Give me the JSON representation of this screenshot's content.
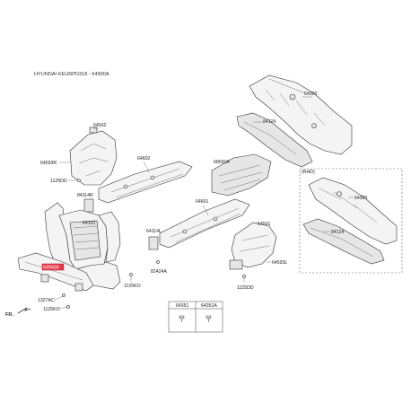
{
  "header": {
    "title": "HYUNDAI KEURPD318 - 64900A"
  },
  "front_indicator": "FR.",
  "rhd_label": "(RHD)",
  "parts": {
    "p64300": "64300",
    "p84124": "84124",
    "p64502": "64502",
    "p64593r": "64593R",
    "p1125dd_a": "1125DD",
    "p64602": "64602",
    "p68650a": "68650A",
    "p84114r": "84114R",
    "p64101": "64101",
    "p64601": "64601",
    "p64501": "64501",
    "p64114l": "64114L",
    "p64593l": "64593L",
    "p82424a": "82424A",
    "p1125ko_a": "1125KO",
    "p1125dd_b": "1125DD",
    "p64900a": "64900A",
    "p1327ac": "1327AC",
    "p1125ko_b": "1125KO",
    "p64300_rhd": "64300",
    "p84124_rhd": "84124"
  },
  "legend_table": {
    "col1": "64351",
    "col2": "64351A"
  },
  "colors": {
    "highlight": "#e8394b",
    "line": "#333333"
  }
}
